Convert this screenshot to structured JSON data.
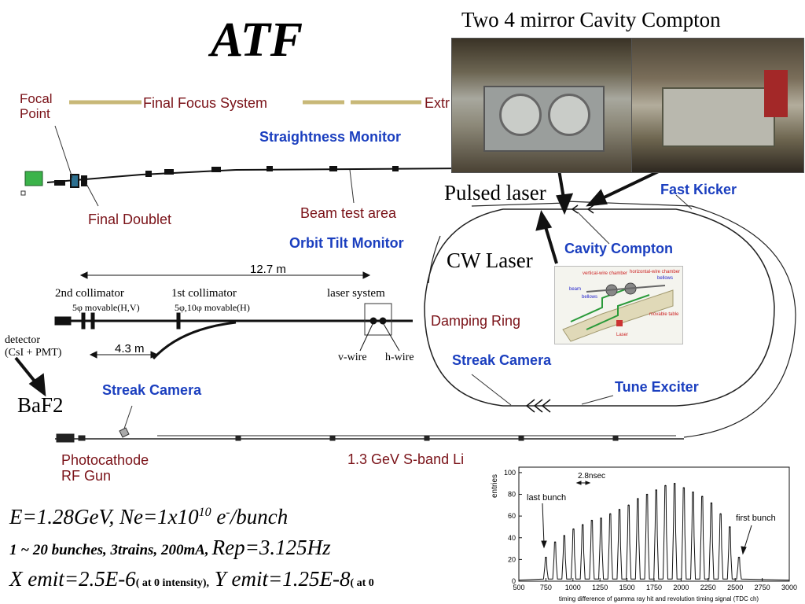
{
  "title": "ATF",
  "labels": {
    "focal_point": [
      "Focal",
      "Point"
    ],
    "final_focus": "Final Focus System",
    "extraction": "Extr",
    "straightness_monitor": "Straightness Monitor",
    "final_doublet": "Final Doublet",
    "beam_test_area": "Beam test area",
    "orbit_tilt_monitor": "Orbit Tilt Monitor",
    "two_mirror": "Two 4 mirror Cavity Compton",
    "pulsed_laser": "Pulsed laser",
    "fast_kicker": "Fast Kicker",
    "cw_laser": "CW Laser",
    "cavity_compton": "Cavity Compton",
    "damping_ring": "Damping Ring",
    "streak_camera_ring": "Streak Camera",
    "tune_exciter": "Tune Exciter",
    "streak_camera_linac": "Streak Camera",
    "photocathode": [
      "Photocathode",
      "RF Gun"
    ],
    "linac": "1.3 GeV S-band Li",
    "baf2": "BaF2"
  },
  "collimator": {
    "length_total": "12.7 m",
    "second_collimator": "2nd collimator",
    "second_spec": "5φ movable(H,V)",
    "first_collimator": "1st collimator",
    "first_spec": "5φ,10φ movable(H)",
    "laser_system": "laser system",
    "detector": [
      "detector",
      "(CsI + PMT)"
    ],
    "length_short": "4.3 m",
    "v_wire": "v-wire",
    "h_wire": "h-wire"
  },
  "inset": {
    "labels": [
      "vertical-wire chamber",
      "horizontal-wire chamber",
      "bellows",
      "beam",
      "bellows",
      "movable table",
      "Laser"
    ]
  },
  "params": {
    "line1_pre": "E=1.28GeV, Ne=1x10",
    "line1_sup1": "10",
    "line1_mid": " e",
    "line1_sup2": "-",
    "line1_post": "/bunch",
    "line2_bold": "1 ~ 20 bunches, 3trains, 200mA,",
    "line2_rest": "Rep=3.125Hz",
    "line3_a": "X emit=2.5E-6",
    "line3_a_small": "( at 0 intensity),",
    "line3_b": "Y emit=1.25E-8",
    "line3_b_small": "( at 0"
  },
  "chart_data": {
    "type": "line",
    "title": "",
    "xlabel": "timing difference of gamma ray hit and revolution timing signal (TDC ch)",
    "ylabel": "entries",
    "xlim": [
      500,
      3000
    ],
    "ylim": [
      0,
      105
    ],
    "xticks": [
      500,
      750,
      1000,
      1250,
      1500,
      1750,
      2000,
      2250,
      2500,
      2750,
      3000
    ],
    "yticks": [
      0,
      20,
      40,
      60,
      80,
      100
    ],
    "peaks_x": [
      750,
      835,
      920,
      1005,
      1090,
      1175,
      1260,
      1345,
      1430,
      1515,
      1600,
      1685,
      1770,
      1855,
      1940,
      2025,
      2110,
      2195,
      2280,
      2365,
      2450,
      2535
    ],
    "peaks_y": [
      22,
      36,
      42,
      48,
      52,
      56,
      58,
      62,
      66,
      70,
      76,
      80,
      84,
      88,
      90,
      86,
      82,
      78,
      72,
      62,
      50,
      22
    ],
    "annotations": [
      "2.8nsec",
      "last bunch",
      "first bunch"
    ]
  }
}
